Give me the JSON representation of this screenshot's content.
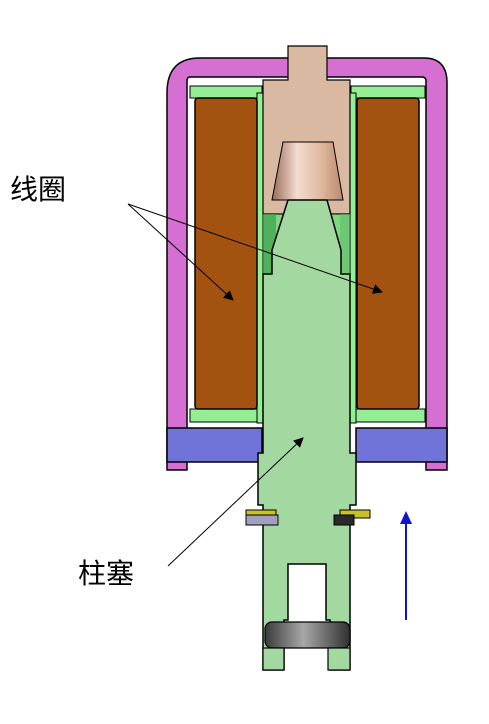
{
  "labels": {
    "coil": "线圈",
    "plunger": "柱塞"
  },
  "colors": {
    "housing": "#d56fd1",
    "coil": "#a4520f",
    "bobbin": "#94ee94",
    "plunger": "#a3d8a1",
    "stop": "#d9b9a2",
    "base_plate": "#7073d8",
    "clip": "#c7c22a",
    "roller": "#555555",
    "arrow": "#1111d8"
  },
  "icons": {
    "motion_arrow": "up-arrow",
    "pointer": "arrowhead"
  }
}
